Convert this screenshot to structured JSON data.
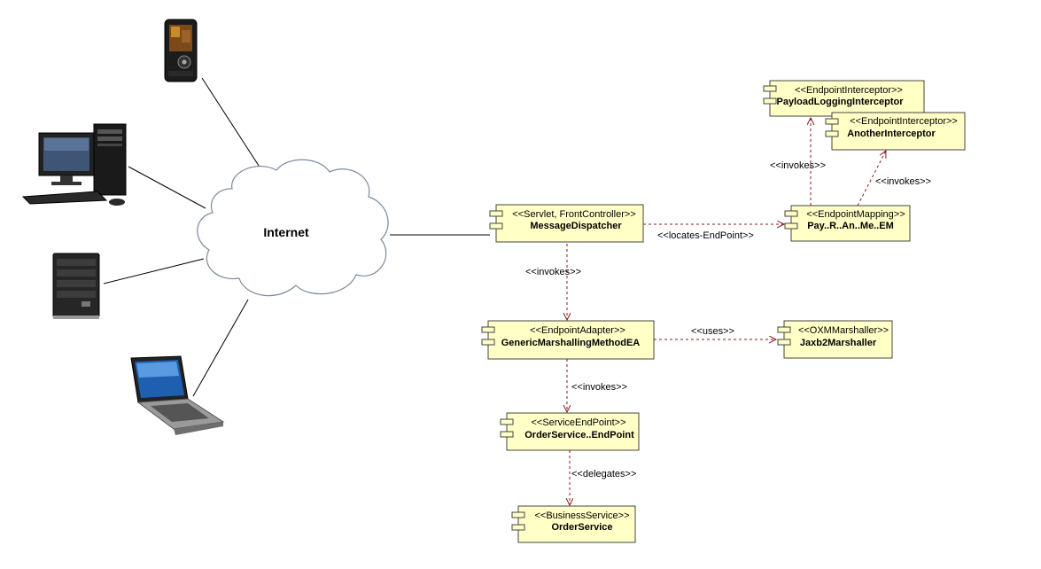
{
  "colors": {
    "component_fill": "#ffffc6",
    "component_border": "#444444",
    "dependency": "#8b1a1a",
    "network_line": "#000000"
  },
  "network": {
    "cloud_label": "Internet",
    "devices": [
      {
        "id": "mobile",
        "icon": "mobile-phone-icon"
      },
      {
        "id": "desktop",
        "icon": "desktop-computer-icon"
      },
      {
        "id": "server",
        "icon": "server-tower-icon"
      },
      {
        "id": "laptop",
        "icon": "laptop-icon"
      }
    ]
  },
  "components": {
    "message_dispatcher": {
      "stereotype": "<<Servlet, FrontController>>",
      "name": "MessageDispatcher"
    },
    "endpoint_mapping": {
      "stereotype": "<<EndpointMapping>>",
      "name": "Pay..R..An..Me..EM"
    },
    "payload_logging_interceptor": {
      "stereotype": "<<EndpointInterceptor>>",
      "name": "PayloadLoggingInterceptor"
    },
    "another_interceptor": {
      "stereotype": "<<EndpointInterceptor>>",
      "name": "AnotherInterceptor"
    },
    "endpoint_adapter": {
      "stereotype": "<<EndpointAdapter>>",
      "name": "GenericMarshallingMethodEA"
    },
    "oxm_marshaller": {
      "stereotype": "<<OXMMarshaller>>",
      "name": "Jaxb2Marshaller"
    },
    "service_endpoint": {
      "stereotype": "<<ServiceEndPoint>>",
      "name": "OrderService..EndPoint"
    },
    "business_service": {
      "stereotype": "<<BusinessService>>",
      "name": "OrderService"
    }
  },
  "relations": {
    "locates_endpoint": "<<locates-EndPoint>>",
    "invokes_payload_interceptor": "<<invokes>>",
    "invokes_another_interceptor": "<<invokes>>",
    "invokes_adapter": "<<invokes>>",
    "uses_marshaller": "<<uses>>",
    "invokes_service_endpoint": "<<invokes>>",
    "delegates": "<<delegates>>"
  }
}
